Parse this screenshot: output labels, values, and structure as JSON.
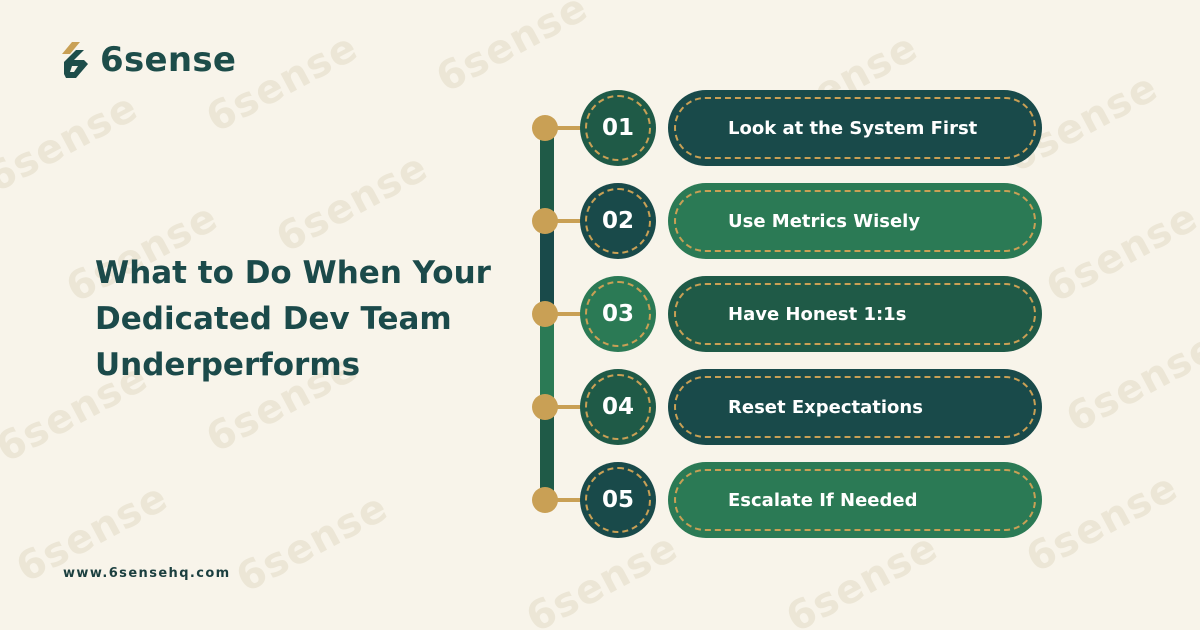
{
  "brand": {
    "name": "6sense"
  },
  "headline": {
    "lines": [
      "What to Do When Your",
      "Dedicated Dev Team",
      "Underperforms"
    ]
  },
  "footer": {
    "url": "www.6sensehq.com"
  },
  "watermark": {
    "text": "6sense"
  },
  "colors": {
    "background": "#f8f4ea",
    "dark_teal": "#194a4a",
    "green": "#2b7a55",
    "forest": "#1f5a47",
    "gold": "#c9a055",
    "heading": "#1b4a4a"
  },
  "steps": [
    {
      "number": "01",
      "label": "Look at the System First",
      "circle_color": "#1f5a47",
      "pill_color": "#194a4a"
    },
    {
      "number": "02",
      "label": "Use Metrics Wisely",
      "circle_color": "#194a4a",
      "pill_color": "#2b7a55"
    },
    {
      "number": "03",
      "label": "Have Honest 1:1s",
      "circle_color": "#2b7a55",
      "pill_color": "#1f5a47"
    },
    {
      "number": "04",
      "label": "Reset Expectations",
      "circle_color": "#1f5a47",
      "pill_color": "#194a4a"
    },
    {
      "number": "05",
      "label": "Escalate If Needed",
      "circle_color": "#194a4a",
      "pill_color": "#2b7a55"
    }
  ]
}
